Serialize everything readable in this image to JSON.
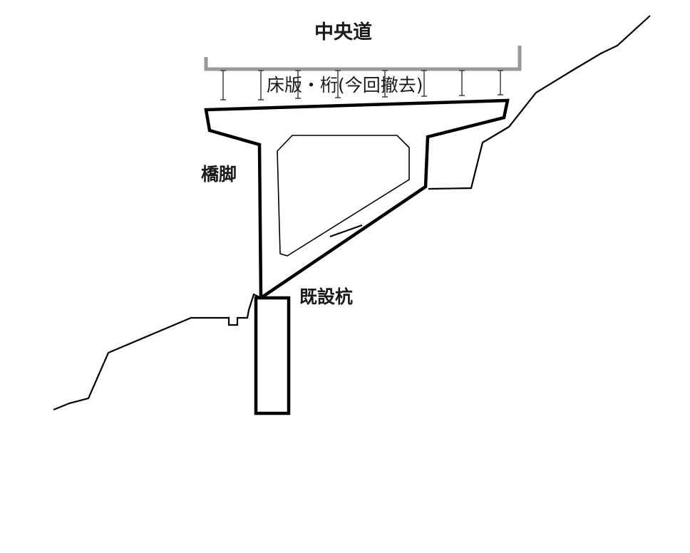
{
  "labels": {
    "road": "中央道",
    "deck": "床版・桁(今回撤去)",
    "pier": "橋脚",
    "pile": "既設杭"
  },
  "colors": {
    "line": "#000000",
    "road_line": "#9a9a9a",
    "text": "#1a1a1a"
  }
}
